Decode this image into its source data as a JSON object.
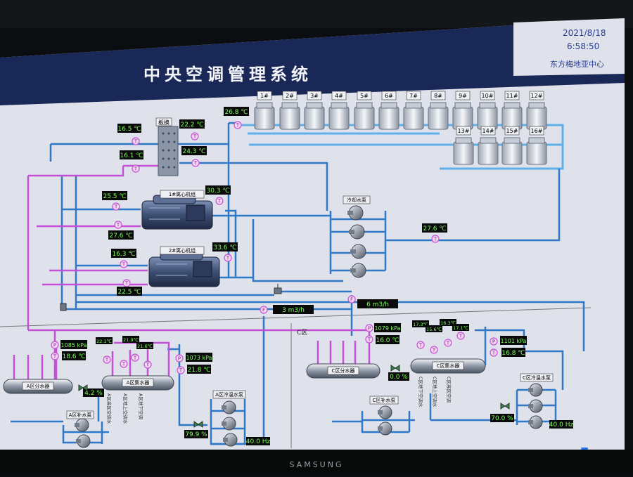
{
  "header": {
    "title": "中央空调管理系统",
    "date": "2021/8/18",
    "time": "6:58:50",
    "company": "东方梅地亚中心"
  },
  "monitor": {
    "brand": "SAMSUNG"
  },
  "towers": {
    "row1": [
      "1#",
      "2#",
      "3#",
      "4#",
      "5#",
      "6#",
      "7#",
      "8#",
      "9#",
      "10#",
      "11#",
      "12#"
    ],
    "row2": [
      "13#",
      "14#",
      "15#",
      "16#"
    ]
  },
  "labels": {
    "heat_exchanger": "板换",
    "chiller_1": "1#离心机组",
    "chiller_2": "2#离心机组",
    "cooling_pump": "冷却水泵",
    "zone_c": "C区",
    "a_distributor": "A区分水器",
    "a_collector": "A区集水器",
    "a_makeup_pump": "A区补水泵",
    "a_cold_pump": "A区冷温水泵",
    "c_distributor": "C区分水器",
    "c_collector": "C区集水器",
    "c_makeup_pump": "C区补水泵",
    "c_cold_pump": "C区冷温水泵",
    "a_branch_1": "A区高区空调水",
    "a_branch_2": "A区地上空调水",
    "a_branch_3": "A区地下空调",
    "c_branch_1": "C区地下空调水",
    "c_branch_2": "C区地上空调水",
    "c_branch_3": "C区高区空调"
  },
  "readings": {
    "hx_t1": "16.5 ℃",
    "hx_t2": "22.2 ℃",
    "hx_t3": "16.1 ℃",
    "hx_t4": "24.3 ℃",
    "tower_in": "26.8 ℃",
    "ch1_in": "25.5 ℃",
    "ch1_cond": "30.3 ℃",
    "ch1_out": "27.6 ℃",
    "ch2_in": "16.3 ℃",
    "ch2_cond": "33.6 ℃",
    "ch2_out": "22.5 ℃",
    "cool_ret": "27.6 ℃",
    "flow_1": "3 m3/h",
    "flow_2": "6 m3/h",
    "a_press": "1085 kPa",
    "a_temp": "18.6 ℃",
    "a_valve": "4.2 %",
    "a_t1": "22.1℃",
    "a_t2": "21.9℃",
    "a_t3": "21.6℃",
    "a_ret_press": "1073 kPa",
    "a_ret_temp": "21.8 ℃",
    "a_pump_pct": "79.9 %",
    "a_freq": "40.0 Hz",
    "c_press": "1079 kPa",
    "c_temp": "16.0 ℃",
    "c_valve": "0.0 %",
    "c_t1": "17.3℃",
    "c_t2": "15.6℃",
    "c_t3": "16.3℃",
    "c_t4": "17.1℃",
    "c_ret_press": "1101 kPa",
    "c_ret_temp": "16.8 ℃",
    "c_pump_pct": "70.0 %",
    "c_freq": "40.0 Hz"
  },
  "colors": {
    "background": "#dfe2ea",
    "pipe_blue": "#2f78c8",
    "pipe_magenta": "#c64fd8",
    "pipe_light": "#5fb0ea",
    "display_bg": "#0a0a0a",
    "display_fg": "#7dff5a",
    "sensor": "#e74fd8"
  },
  "icons": {
    "sensor": "temperature-sensor-icon",
    "pump": "pump-icon",
    "tower": "cooling-tower-icon",
    "chiller": "chiller-icon"
  }
}
